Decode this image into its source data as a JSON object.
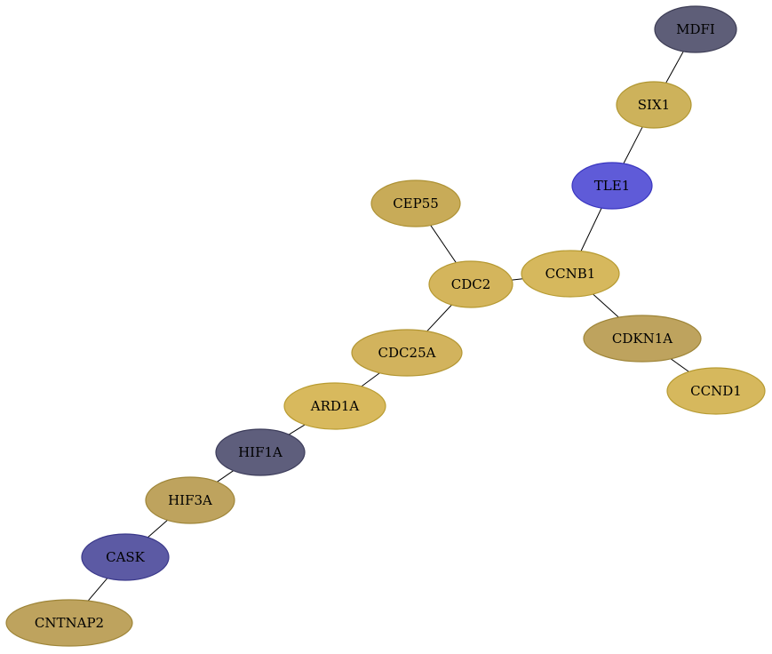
{
  "nodes": [
    {
      "id": "MDFI",
      "label": "MDFI",
      "fill": "#5e5e78",
      "stroke": "#3d3d55"
    },
    {
      "id": "SIX1",
      "label": "SIX1",
      "fill": "#cdb25b",
      "stroke": "#b09630"
    },
    {
      "id": "TLE1",
      "label": "TLE1",
      "fill": "#5f5bd8",
      "stroke": "#3a36c0"
    },
    {
      "id": "CEP55",
      "label": "CEP55",
      "fill": "#c8ab58",
      "stroke": "#ad9133"
    },
    {
      "id": "CDC2",
      "label": "CDC2",
      "fill": "#d4b55c",
      "stroke": "#b59830"
    },
    {
      "id": "CCNB1",
      "label": "CCNB1",
      "fill": "#d6b85d",
      "stroke": "#b79b32"
    },
    {
      "id": "CDKN1A",
      "label": "CDKN1A",
      "fill": "#bea35e",
      "stroke": "#9e8538"
    },
    {
      "id": "CCND1",
      "label": "CCND1",
      "fill": "#d6b85d",
      "stroke": "#b79b32"
    },
    {
      "id": "CDC25A",
      "label": "CDC25A",
      "fill": "#d2b35d",
      "stroke": "#b39632"
    },
    {
      "id": "ARD1A",
      "label": "ARD1A",
      "fill": "#d8b95d",
      "stroke": "#b99c31"
    },
    {
      "id": "HIF1A",
      "label": "HIF1A",
      "fill": "#5e5e7c",
      "stroke": "#3c3c5a"
    },
    {
      "id": "HIF3A",
      "label": "HIF3A",
      "fill": "#bea35e",
      "stroke": "#9e8538"
    },
    {
      "id": "CASK",
      "label": "CASK",
      "fill": "#5c5aa4",
      "stroke": "#3a388a"
    },
    {
      "id": "CNTNAP2",
      "label": "CNTNAP2",
      "fill": "#bea35e",
      "stroke": "#9e8538"
    }
  ],
  "edges": [
    [
      "MDFI",
      "SIX1"
    ],
    [
      "SIX1",
      "TLE1"
    ],
    [
      "TLE1",
      "CCNB1"
    ],
    [
      "CEP55",
      "CDC2"
    ],
    [
      "CDC2",
      "CCNB1"
    ],
    [
      "CCNB1",
      "CDKN1A"
    ],
    [
      "CDKN1A",
      "CCND1"
    ],
    [
      "CDC2",
      "CDC25A"
    ],
    [
      "CDC25A",
      "ARD1A"
    ],
    [
      "ARD1A",
      "HIF1A"
    ],
    [
      "HIF1A",
      "HIF3A"
    ],
    [
      "HIF3A",
      "CASK"
    ],
    [
      "CASK",
      "CNTNAP2"
    ]
  ]
}
